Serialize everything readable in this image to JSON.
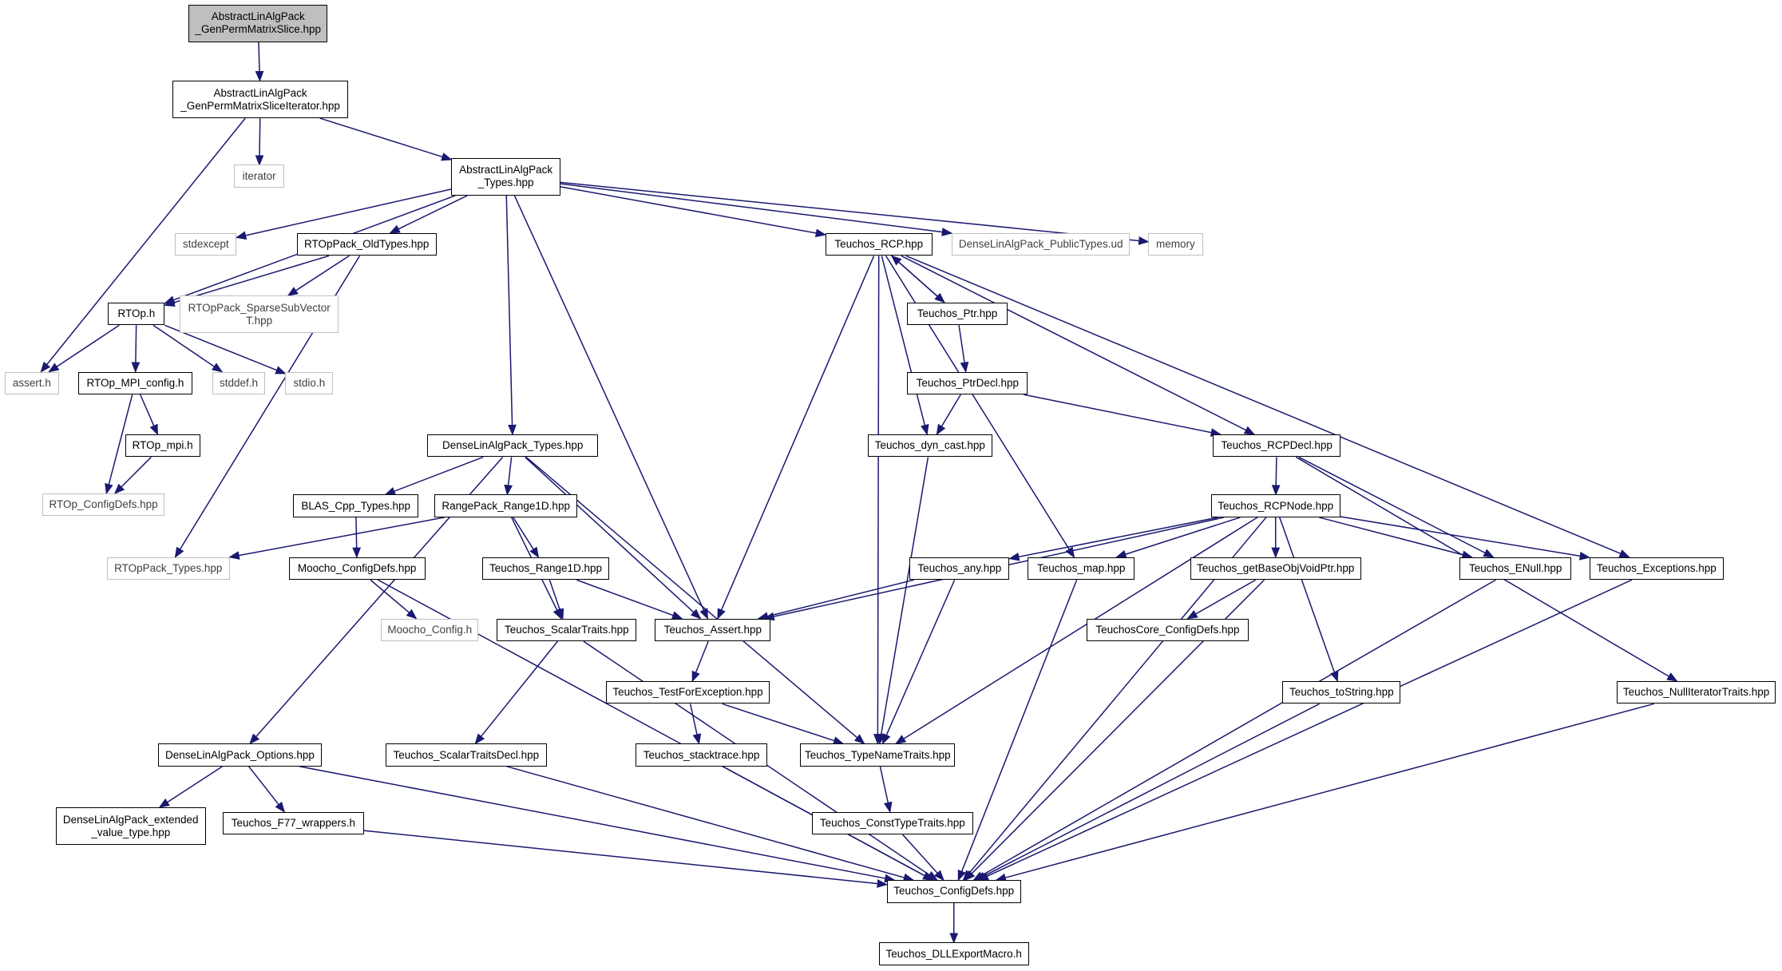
{
  "colors": {
    "edge": "#191970",
    "doc_border": "#000000",
    "external_border": "#bfbfbf",
    "root_fill": "#bfbfbf"
  },
  "nodes": {
    "root": "AbstractLinAlgPack\n_GenPermMatrixSlice.hpp",
    "slice_iter": "AbstractLinAlgPack\n_GenPermMatrixSliceIterator.hpp",
    "iterator": "iterator",
    "alap_types": "AbstractLinAlgPack\n_Types.hpp",
    "stdexcept": "stdexcept",
    "rtoppack_oldtypes": "RTOpPack_OldTypes.hpp",
    "teuchos_rcp": "Teuchos_RCP.hpp",
    "dlap_publictypes": "DenseLinAlgPack_PublicTypes.ud",
    "memory": "memory",
    "rtop_h": "RTOp.h",
    "rtoppack_sparse": "RTOpPack_SparseSubVector\nT.hpp",
    "teuchos_ptr": "Teuchos_Ptr.hpp",
    "assert_h": "assert.h",
    "rtop_mpi_config": "RTOp_MPI_config.h",
    "stddef_h": "stddef.h",
    "stdio_h": "stdio.h",
    "teuchos_ptrdecl": "Teuchos_PtrDecl.hpp",
    "dlap_types": "DenseLinAlgPack_Types.hpp",
    "rtop_mpi": "RTOp_mpi.h",
    "teuchos_dyn_cast": "Teuchos_dyn_cast.hpp",
    "teuchos_rcpdecl": "Teuchos_RCPDecl.hpp",
    "rtop_configdefs": "RTOp_ConfigDefs.hpp",
    "blas_cpp_types": "BLAS_Cpp_Types.hpp",
    "rangepack_range1d": "RangePack_Range1D.hpp",
    "teuchos_rcpnode": "Teuchos_RCPNode.hpp",
    "rtoppack_types": "RTOpPack_Types.hpp",
    "moocho_configdefs": "Moocho_ConfigDefs.hpp",
    "teuchos_range1d": "Teuchos_Range1D.hpp",
    "teuchos_any": "Teuchos_any.hpp",
    "teuchos_map": "Teuchos_map.hpp",
    "teuchos_getbaseobj": "Teuchos_getBaseObjVoidPtr.hpp",
    "teuchos_enull": "Teuchos_ENull.hpp",
    "teuchos_exceptions": "Teuchos_Exceptions.hpp",
    "moocho_config": "Moocho_Config.h",
    "teuchos_scalartraits": "Teuchos_ScalarTraits.hpp",
    "teuchos_assert": "Teuchos_Assert.hpp",
    "teuchoscore_configdefs": "TeuchosCore_ConfigDefs.hpp",
    "teuchos_testforexception": "Teuchos_TestForException.hpp",
    "teuchos_tostring": "Teuchos_toString.hpp",
    "teuchos_nulliteratortraits": "Teuchos_NullIteratorTraits.hpp",
    "dlap_options": "DenseLinAlgPack_Options.hpp",
    "teuchos_scalartraitsdecl": "Teuchos_ScalarTraitsDecl.hpp",
    "teuchos_stacktrace": "Teuchos_stacktrace.hpp",
    "teuchos_typenametraits": "Teuchos_TypeNameTraits.hpp",
    "dlap_extended": "DenseLinAlgPack_extended\n_value_type.hpp",
    "teuchos_f77": "Teuchos_F77_wrappers.h",
    "teuchos_consttypetraits": "Teuchos_ConstTypeTraits.hpp",
    "teuchos_configdefs": "Teuchos_ConfigDefs.hpp",
    "teuchos_dllexport": "Teuchos_DLLExportMacro.h"
  }
}
